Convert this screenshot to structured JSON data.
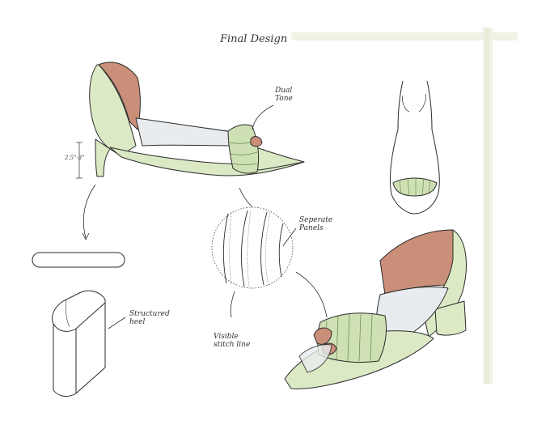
{
  "title": "Final Design",
  "annotations": {
    "dual_tone": "Dual\nTone",
    "heel_height": "2.5\"-3\"",
    "separate_panels": "Seperate\nPanels",
    "structured_heel": "Structured\nheel",
    "visible_stitch_line": "Visible\nstitch line"
  },
  "colors": {
    "upper_green": "#dbeac5",
    "lining_tan": "#c98f79",
    "clear_panel": "#e9ecef",
    "ink": "#2b2b2b",
    "frame_wash": "#eef2e2"
  }
}
